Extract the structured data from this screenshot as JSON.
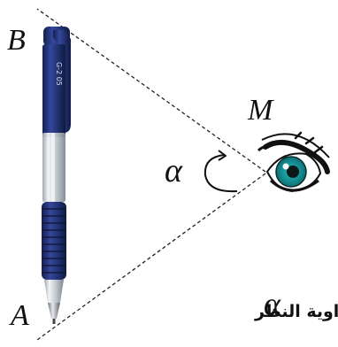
{
  "labels": {
    "top_point": "B",
    "bottom_point": "A",
    "observer": "M",
    "angle_symbol": "α"
  },
  "caption": {
    "text": "زاوية النظر",
    "symbol": "α"
  },
  "pen": {
    "brand_text": "G-2 05",
    "body_color": "#1f2f6b",
    "accent_color": "#2b3f8f"
  },
  "eye": {
    "iris_color": "#1aa5a8"
  },
  "colors": {
    "line": "#222222"
  }
}
